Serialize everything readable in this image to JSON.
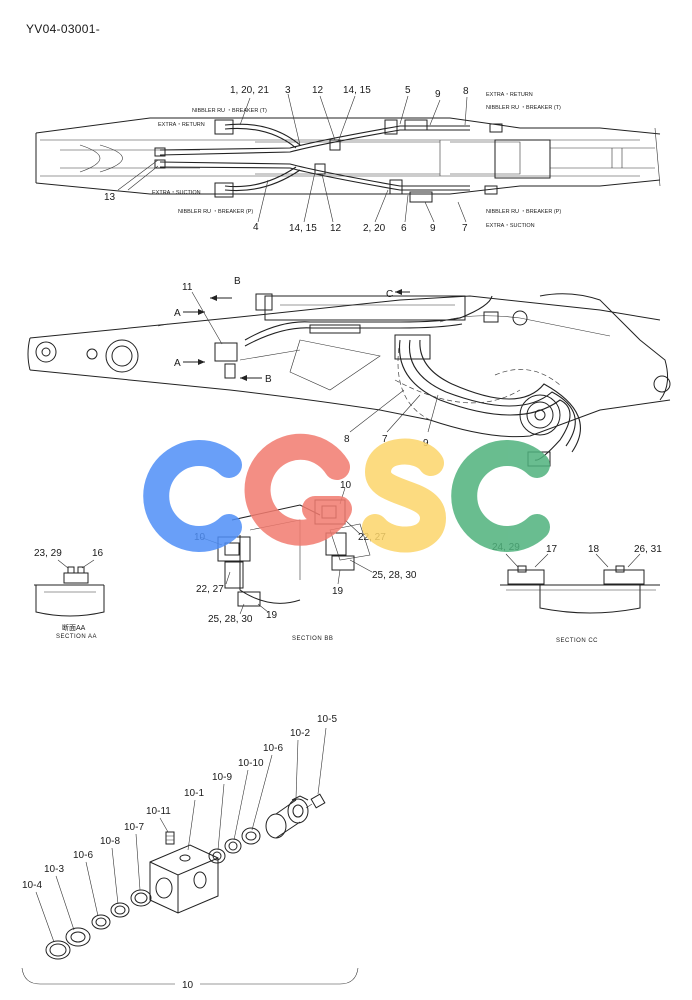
{
  "doc_code": "YV04-03001-",
  "top_view": {
    "annotations": {
      "nibbler_t_left": "NIBBLER RU ・BREAKER (T)",
      "extra_return_left": "EXTRA・RETURN",
      "extra_suction_left": "EXTRA・SUCTION",
      "nibbler_p_left": "NIBBLER RU ・BREAKER (P)",
      "extra_return_right": "EXTRA・RETURN",
      "nibbler_t_right": "NIBBLER RU ・BREAKER (T)",
      "nibbler_p_right": "NIBBLER RU ・BREAKER (P)",
      "extra_suction_right": "EXTRA・SUCTION"
    },
    "callouts": {
      "c_1_20_21": "1, 20, 21",
      "c_3": "3",
      "c_12_top": "12",
      "c_14_15_top": "14, 15",
      "c_5": "5",
      "c_9_top": "9",
      "c_8_top": "8",
      "c_13": "13",
      "c_4": "4",
      "c_14_15_bot": "14, 15",
      "c_12_bot": "12",
      "c_2_20": "2, 20",
      "c_6": "6",
      "c_9_bot": "9",
      "c_7_bot": "7"
    }
  },
  "side_view": {
    "callouts": {
      "c_11": "11",
      "c_b_top": "B",
      "c_a_top": "A",
      "c_a_bot": "A",
      "c_b_bot": "B",
      "c_c": "C",
      "c_8": "8",
      "c_7": "7",
      "c_9": "9"
    }
  },
  "section_aa": {
    "c_23_29": "23, 29",
    "c_16": "16",
    "title_jp": "断面AA",
    "title": "SECTION AA"
  },
  "section_bb": {
    "c_10_top": "10",
    "c_22_27_right": "22, 27",
    "c_25_28_30_right": "25, 28, 30",
    "c_19_right": "19",
    "c_10_left": "10",
    "c_22_27_left": "22, 27",
    "c_25_28_30_left": "25, 28, 30",
    "c_19_left": "19",
    "title": "SECTION BB"
  },
  "section_cc": {
    "c_24_29": "24, 29",
    "c_17": "17",
    "c_18": "18",
    "c_26_31": "26, 31",
    "title": "SECTION CC"
  },
  "exploded": {
    "parts": [
      "10-4",
      "10-3",
      "10-6",
      "10-8",
      "10-7",
      "10-11",
      "10-1",
      "10-9",
      "10-10",
      "10-6",
      "10-2",
      "10-5"
    ],
    "assembly": "10"
  },
  "watermark": {
    "letters": [
      "C",
      "G",
      "S",
      "C"
    ],
    "colors": [
      "#4f8ff7",
      "#f27b6f",
      "#fcd56a",
      "#4fb27c"
    ]
  }
}
